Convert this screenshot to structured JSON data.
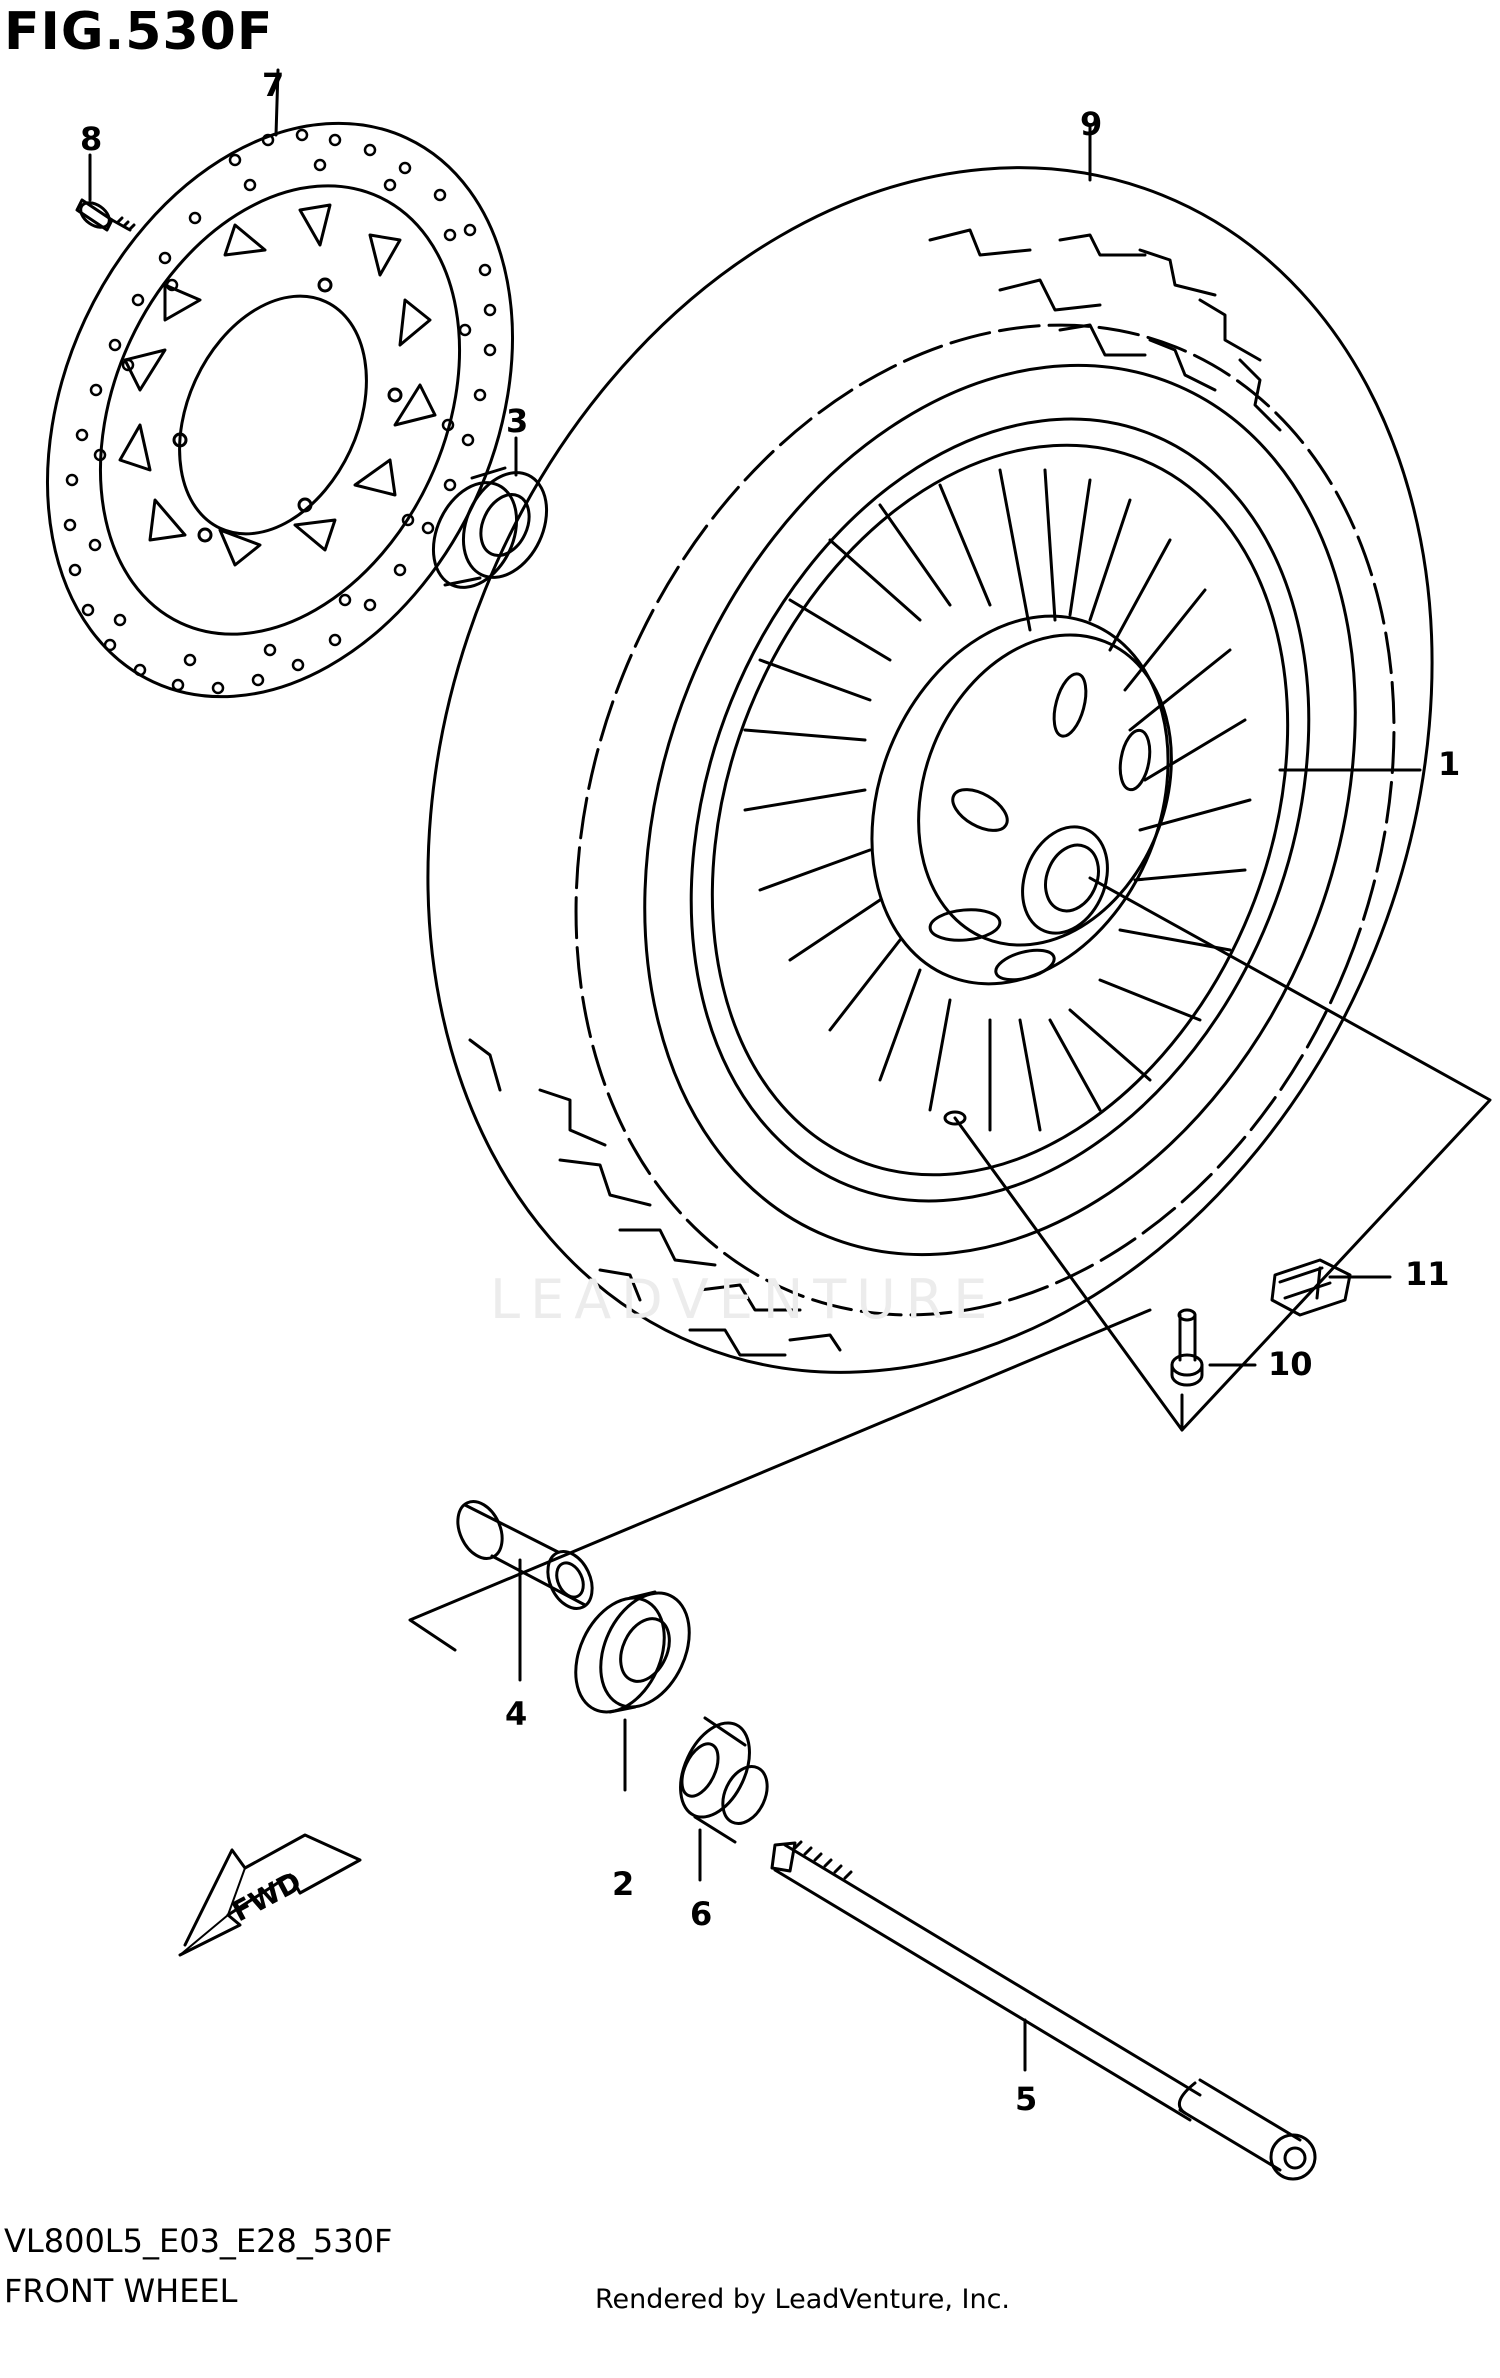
{
  "figure": {
    "title": "FIG.530F",
    "code": "VL800L5_E03_E28_530F",
    "name": "FRONT WHEEL",
    "credit": "Rendered by LeadVenture, Inc.",
    "watermark": "LEADVENTURE"
  },
  "callouts": [
    {
      "id": "1",
      "label": "1",
      "part": "wheel"
    },
    {
      "id": "2",
      "label": "2",
      "part": "bearing"
    },
    {
      "id": "3",
      "label": "3",
      "part": "bearing"
    },
    {
      "id": "4",
      "label": "4",
      "part": "spacer"
    },
    {
      "id": "5",
      "label": "5",
      "part": "axle"
    },
    {
      "id": "6",
      "label": "6",
      "part": "collar"
    },
    {
      "id": "7",
      "label": "7",
      "part": "brake-disc"
    },
    {
      "id": "8",
      "label": "8",
      "part": "bolt"
    },
    {
      "id": "9",
      "label": "9",
      "part": "tire"
    },
    {
      "id": "10",
      "label": "10",
      "part": "valve"
    },
    {
      "id": "11",
      "label": "11",
      "part": "balancer"
    }
  ],
  "fwd_arrow": {
    "label": "FWD",
    "icon": "fwd-arrow-icon"
  },
  "colors": {
    "line": "#000000",
    "background": "#ffffff"
  }
}
